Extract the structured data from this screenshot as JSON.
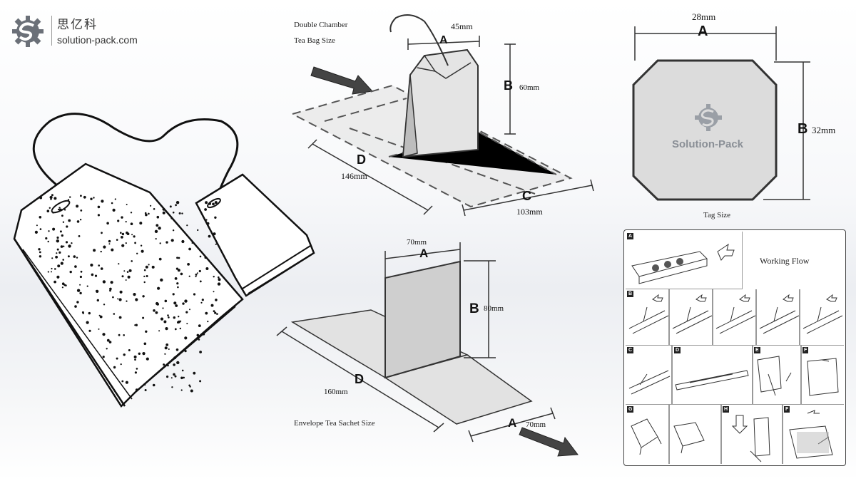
{
  "logo": {
    "cn_name": "思亿科",
    "site": "solution-pack.com"
  },
  "double_chamber": {
    "title_line1": "Double Chamber",
    "title_line2": "Tea Bag Size",
    "a_letter": "A",
    "a_value": "45mm",
    "b_letter": "B",
    "b_value": "60mm",
    "c_letter": "C",
    "c_value": "103mm",
    "d_letter": "D",
    "d_value": "146mm"
  },
  "tag": {
    "a_letter": "A",
    "a_value": "28mm",
    "b_letter": "B",
    "b_value": "32mm",
    "brand": "Solution-Pack",
    "caption": "Tag Size"
  },
  "envelope": {
    "title": "Envelope Tea Sachet Size",
    "a_letter": "A",
    "a_value": "70mm",
    "b_letter": "B",
    "b_value": "80mm",
    "d_letter": "D",
    "d_value": "160mm",
    "a2_letter": "A",
    "a2_value": "70mm"
  },
  "working_flow": {
    "title": "Working Flow",
    "steps": [
      "A",
      "B",
      "C",
      "D",
      "E",
      "F",
      "G",
      "H",
      "F"
    ]
  }
}
